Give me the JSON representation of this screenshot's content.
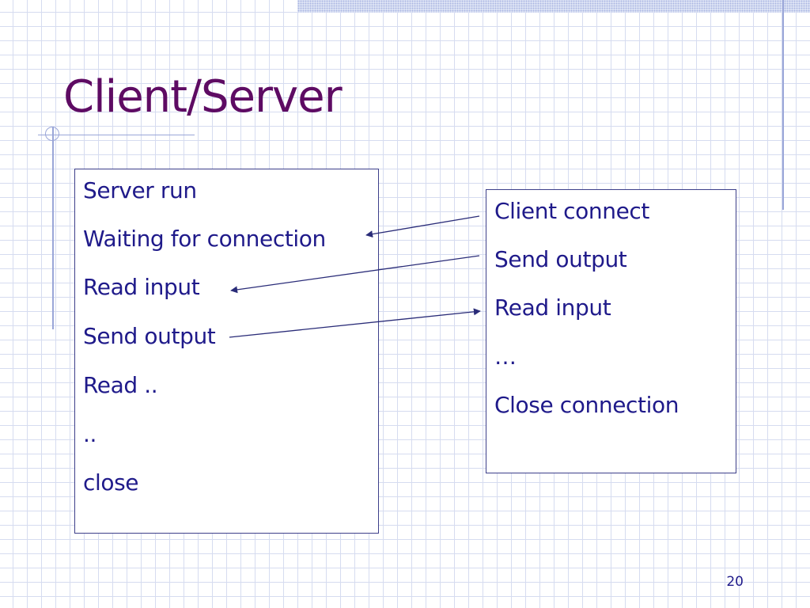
{
  "slide": {
    "title": "Client/Server",
    "page_number": "20"
  },
  "server": {
    "lines": [
      "Server run",
      "Waiting for connection",
      "Read input",
      "Send output",
      "Read ..",
      "..",
      "close"
    ]
  },
  "client": {
    "lines": [
      "Client connect",
      "Send output",
      "Read input",
      "…",
      "Close connection"
    ]
  },
  "colors": {
    "title": "#5e0b63",
    "text": "#1f1a8a",
    "box_border": "#3d3f8a",
    "grid": "#d6dcf0",
    "accent_rule": "#9aa6d8"
  }
}
